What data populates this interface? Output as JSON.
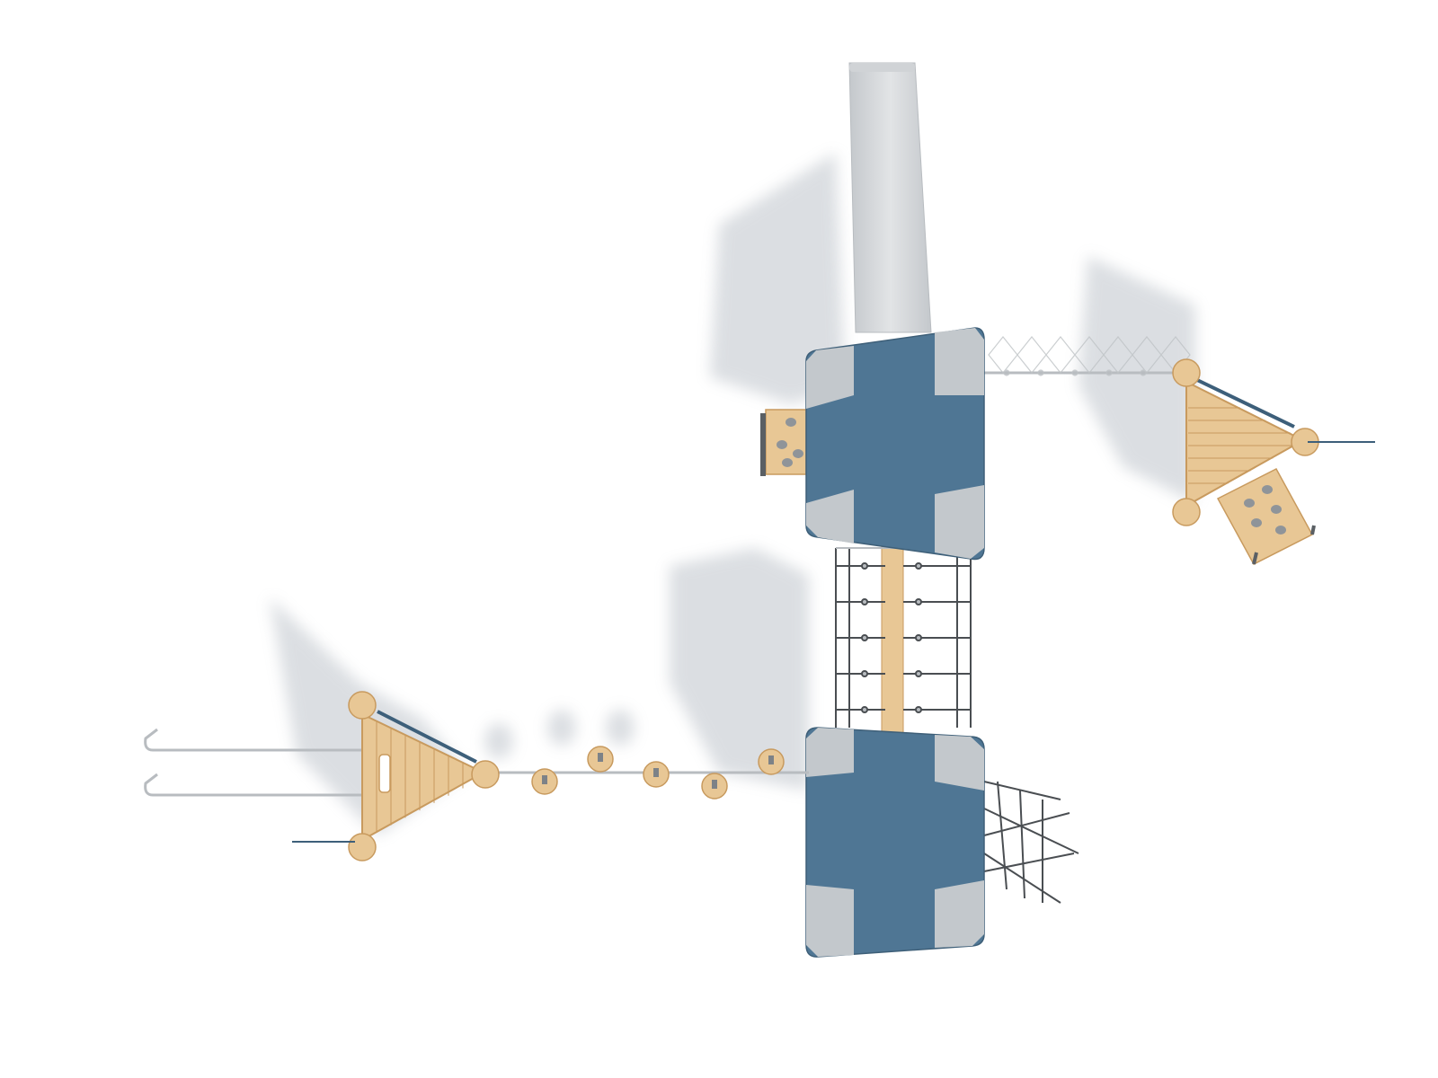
{
  "colors": {
    "background": "#ffffff",
    "roof_blue": "#4f7694",
    "roof_corner": "#c3c8cc",
    "wood": "#e8c795",
    "wood_edge": "#c89a5e",
    "steel": "#b8bcc0",
    "slide": "#d0d3d6",
    "shadow": "#9aa3ad",
    "net": "#4a4e52",
    "accent_rail": "#3d5f7a"
  },
  "components": [
    {
      "name": "slide",
      "icon": "slide-icon"
    },
    {
      "name": "upper-tower-roof",
      "icon": "roof-icon"
    },
    {
      "name": "lower-tower-roof",
      "icon": "roof-icon"
    },
    {
      "name": "climbing-wall",
      "icon": "climbing-holds-icon"
    },
    {
      "name": "rope-bridge",
      "icon": "rope-net-icon"
    },
    {
      "name": "cargo-net",
      "icon": "rope-net-icon"
    },
    {
      "name": "stepping-posts",
      "icon": "post-icon"
    },
    {
      "name": "left-triangle-platform",
      "icon": "platform-icon"
    },
    {
      "name": "right-triangle-platform",
      "icon": "platform-icon"
    },
    {
      "name": "upper-rope-traverse",
      "icon": "rope-icon"
    }
  ]
}
